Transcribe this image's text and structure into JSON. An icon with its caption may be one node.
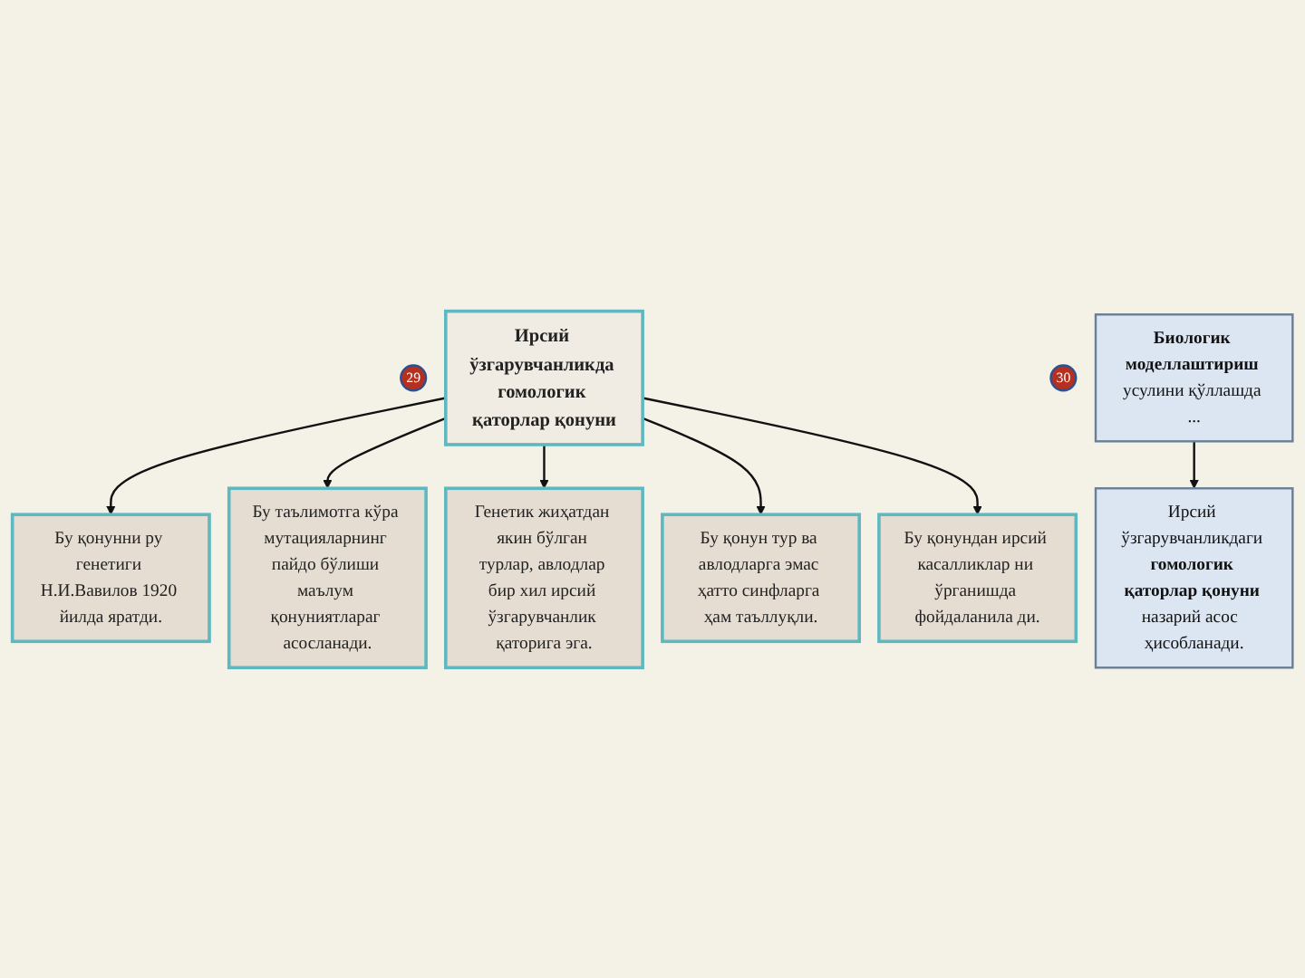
{
  "diagram": {
    "nodes": [
      {
        "text": [
          "29"
        ]
      },
      {
        "text": [
          "Ирсий ўзгарувчанликда гомологик қаторлар қонуни"
        ]
      },
      {
        "text": [
          "Бу қонунни ру генетиги Н.И.Вавилов 1920 йилда яратди."
        ]
      },
      {
        "text": [
          "Бу таълимотга кўра мутацияларнинг пайдо бўлиши маълум қонуниятлараг асосланади."
        ]
      },
      {
        "text": [
          "Генетик жиҳатдан якин бўлган турлар, авлодлар бир хил ирсий ўзгарувчанлик қаторига эга."
        ]
      },
      {
        "text": [
          "Бу қонун тур ва авлодларга эмас ҳатто синфларга ҳам таъллуқли."
        ]
      },
      {
        "text": [
          "Бу қонундан ирсий касалликлар ни ўрганишда фойдаланила ди."
        ]
      },
      {
        "text": [
          "30"
        ]
      },
      {
        "text": [
          "**Биологик моделлаштириш** усулини қўллашда ..."
        ]
      },
      {
        "text": [
          "Ирсий ўзгарувчанликдаги **гомологик қаторлар қонуни** назарий асос  ҳисобланади."
        ]
      }
    ],
    "edges": [
      {
        "from": 1,
        "to": 2,
        "arrow": "to"
      },
      {
        "from": 1,
        "to": 3,
        "arrow": "to"
      },
      {
        "from": 1,
        "to": 4,
        "arrow": "to"
      },
      {
        "from": 1,
        "to": 5,
        "arrow": "to"
      },
      {
        "from": 1,
        "to": 6,
        "arrow": "to"
      },
      {
        "from": 8,
        "to": 9,
        "arrow": "to"
      }
    ]
  }
}
